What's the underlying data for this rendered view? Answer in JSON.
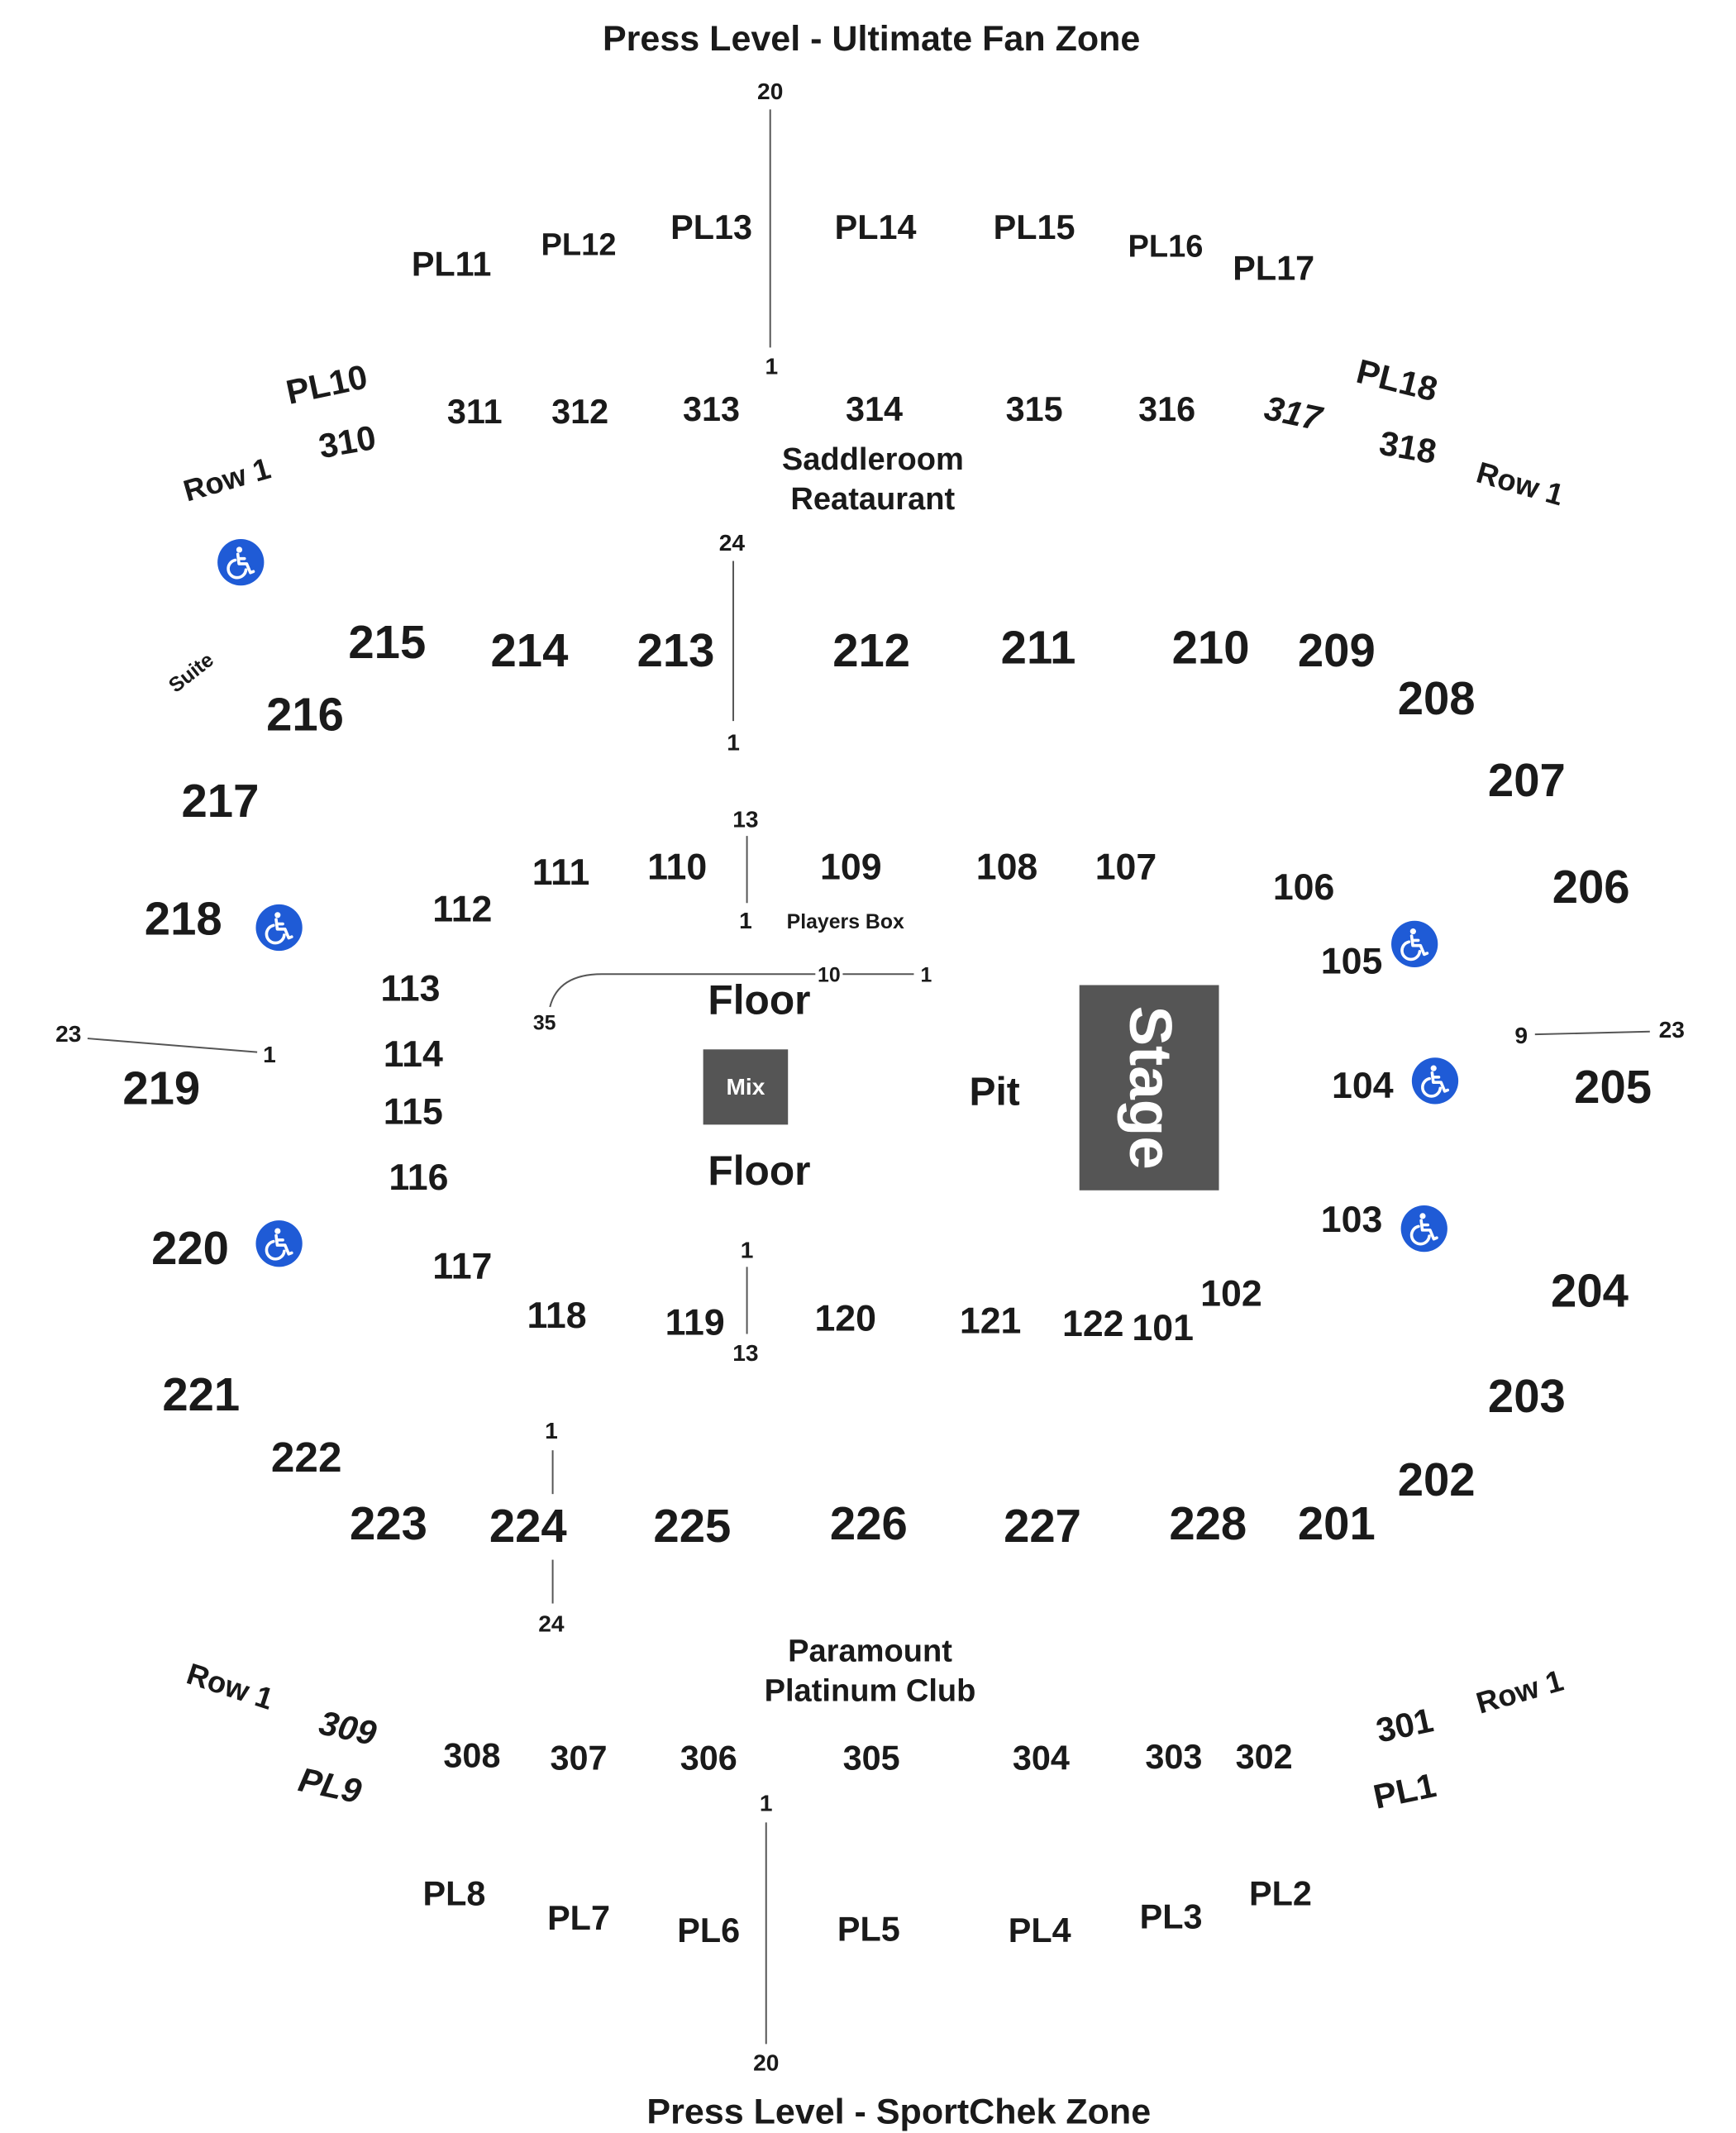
{
  "titles": {
    "top": "Press Level - Ultimate Fan Zone",
    "bottom": "Press Level - SportChek Zone"
  },
  "venue": {
    "saddleroom": "Saddleroom\nReataurant",
    "paramount": "Paramount\nPlatinum Club",
    "players_box": "Players Box",
    "suite": "Suite"
  },
  "floor": {
    "floor_top": "Floor",
    "floor_bottom": "Floor",
    "mix": "Mix",
    "pit": "Pit",
    "stage": "Stage"
  },
  "press_level": {
    "PL1": "PL1",
    "PL2": "PL2",
    "PL3": "PL3",
    "PL4": "PL4",
    "PL5": "PL5",
    "PL6": "PL6",
    "PL7": "PL7",
    "PL8": "PL8",
    "PL9": "PL9",
    "PL10": "PL10",
    "PL11": "PL11",
    "PL12": "PL12",
    "PL13": "PL13",
    "PL14": "PL14",
    "PL15": "PL15",
    "PL16": "PL16",
    "PL17": "PL17",
    "PL18": "PL18"
  },
  "sections_300": {
    "s301": "301",
    "s302": "302",
    "s303": "303",
    "s304": "304",
    "s305": "305",
    "s306": "306",
    "s307": "307",
    "s308": "308",
    "s309": "309",
    "s310": "310",
    "s311": "311",
    "s312": "312",
    "s313": "313",
    "s314": "314",
    "s315": "315",
    "s316": "316",
    "s317": "317",
    "s318": "318"
  },
  "sections_200": {
    "s201": "201",
    "s202": "202",
    "s203": "203",
    "s204": "204",
    "s205": "205",
    "s206": "206",
    "s207": "207",
    "s208": "208",
    "s209": "209",
    "s210": "210",
    "s211": "211",
    "s212": "212",
    "s213": "213",
    "s214": "214",
    "s215": "215",
    "s216": "216",
    "s217": "217",
    "s218": "218",
    "s219": "219",
    "s220": "220",
    "s221": "221",
    "s222": "222",
    "s223": "223",
    "s224": "224",
    "s225": "225",
    "s226": "226",
    "s227": "227",
    "s228": "228"
  },
  "sections_100": {
    "s101": "101",
    "s102": "102",
    "s103": "103",
    "s104": "104",
    "s105": "105",
    "s106": "106",
    "s107": "107",
    "s108": "108",
    "s109": "109",
    "s110": "110",
    "s111": "111",
    "s112": "112",
    "s113": "113",
    "s114": "114",
    "s115": "115",
    "s116": "116",
    "s117": "117",
    "s118": "118",
    "s119": "119",
    "s120": "120",
    "s121": "121",
    "s122": "122"
  },
  "row_labels": {
    "row1_tl": "Row 1",
    "row1_tr": "Row 1",
    "row1_bl": "Row 1",
    "row1_br": "Row 1"
  },
  "row_numbers": {
    "pl_top_20": "20",
    "pl_top_1": "1",
    "s213_24": "24",
    "s213_1": "1",
    "s110_13": "13",
    "s110_1": "1",
    "floor_10": "10",
    "floor_1": "1",
    "floor_35": "35",
    "s219_23": "23",
    "s219_1": "1",
    "s205_9": "9",
    "s205_23": "23",
    "s119_1": "1",
    "s119_13": "13",
    "s224_1": "1",
    "s224_24": "24",
    "pl_bot_1": "1",
    "pl_bot_20": "20"
  },
  "icons": {
    "accessible": "wheelchair-icon",
    "accessible_color": "#1f5bd6"
  },
  "colors": {
    "box_fill": "#555555",
    "text": "#1a1a1a"
  }
}
